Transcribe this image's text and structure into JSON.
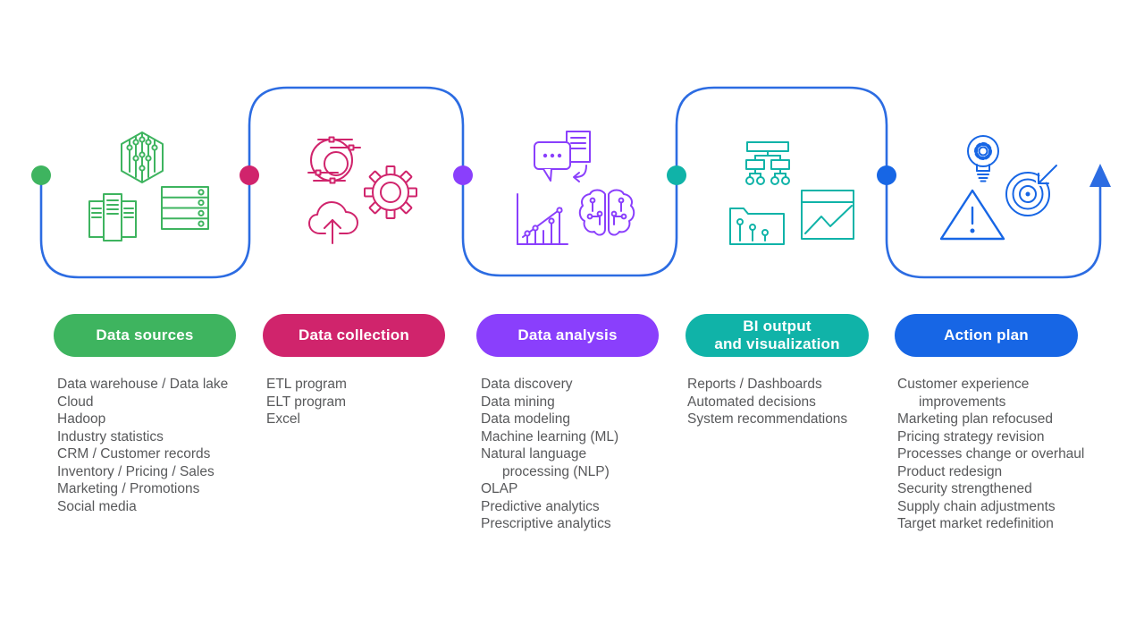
{
  "flow": {
    "line_color": "#2c6ce2",
    "arrow_color": "#2c6ce2",
    "dot_colors": [
      "#3eb45f",
      "#d0246c",
      "#8a3ffc",
      "#10b3a8",
      "#1766e5"
    ]
  },
  "colors": {
    "green": "#3eb45f",
    "magenta": "#d0246c",
    "purple": "#8a3ffc",
    "teal": "#10b3a8",
    "blue": "#1766e5",
    "list_text": "#58595b",
    "pill_text": "#ffffff",
    "background": "#ffffff"
  },
  "stages": [
    {
      "label": "Data sources",
      "color": "#3eb45f",
      "icons": [
        "data-set-icon",
        "servers-icon",
        "storage-stack-icon"
      ],
      "items": [
        "Data warehouse / Data lake",
        "Cloud",
        "Hadoop",
        "Industry statistics",
        "CRM / Customer records",
        "Inventory / Pricing / Sales",
        "Marketing / Promotions",
        "Social media"
      ]
    },
    {
      "label": "Data collection",
      "color": "#d0246c",
      "icons": [
        "data-flow-icon",
        "gear-icon",
        "cloud-upload-icon"
      ],
      "items": [
        "ETL program",
        "ELT program",
        "Excel"
      ]
    },
    {
      "label": "Data analysis",
      "color": "#8a3ffc",
      "icons": [
        "chat-document-icon",
        "trend-chart-icon",
        "brain-icon"
      ],
      "items": [
        "Data discovery",
        "Data mining",
        "Data modeling",
        "Machine learning (ML)",
        "Natural language processing (NLP)",
        "OLAP",
        "Predictive analytics",
        "Prescriptive analytics"
      ]
    },
    {
      "label": "BI output\nand visualization",
      "color": "#10b3a8",
      "icons": [
        "flowchart-icon",
        "data-folder-icon",
        "chart-window-icon"
      ],
      "items": [
        "Reports / Dashboards",
        "Automated decisions",
        "System recommendations"
      ]
    },
    {
      "label": "Action plan",
      "color": "#1766e5",
      "icons": [
        "idea-bulb-icon",
        "target-arrow-icon",
        "warning-icon"
      ],
      "items": [
        "Customer experience improvements",
        "Marketing plan refocused",
        "Pricing strategy revision",
        "Processes change or overhaul",
        "Product redesign",
        "Security strengthened",
        "Supply chain adjustments",
        "Target market redefinition"
      ]
    }
  ]
}
